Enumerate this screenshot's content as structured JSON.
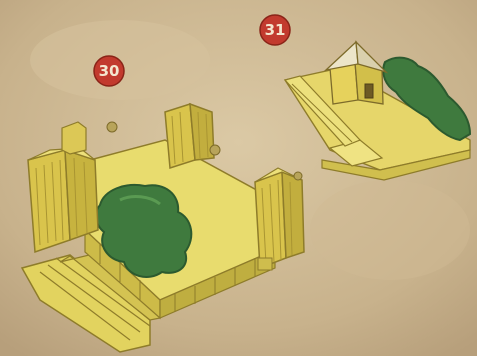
{
  "markers": [
    {
      "id": "marker-30",
      "label": "30"
    },
    {
      "id": "marker-31",
      "label": "31"
    }
  ],
  "colors": {
    "paper": "#c9b38f",
    "paper_light": "#d8c7a3",
    "ground": "#e8dc6e",
    "wall_face": "#d9c44c",
    "wall_shadow": "#b9a43a",
    "hedge": "#3f7a3e",
    "hedge_dark": "#2c5a2f",
    "badge": "#c23a2e",
    "roof": "#ece5c9"
  }
}
